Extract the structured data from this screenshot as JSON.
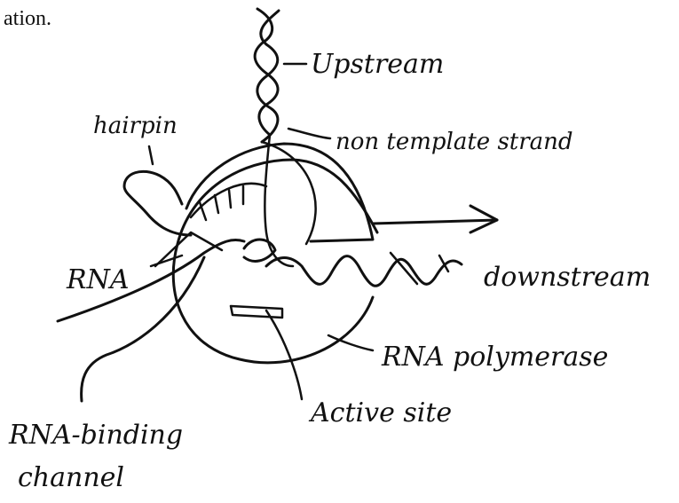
{
  "header": {
    "fragment": "ation."
  },
  "labels": {
    "upstream": "Upstream",
    "hairpin": "hairpin",
    "non_template": "non template strand",
    "rna": "RNA",
    "downstream": "downstream",
    "rna_polymerase": "RNA polymerase",
    "active_site": "Active site",
    "rna_binding_line1": "RNA-binding",
    "rna_binding_line2": "channel"
  }
}
